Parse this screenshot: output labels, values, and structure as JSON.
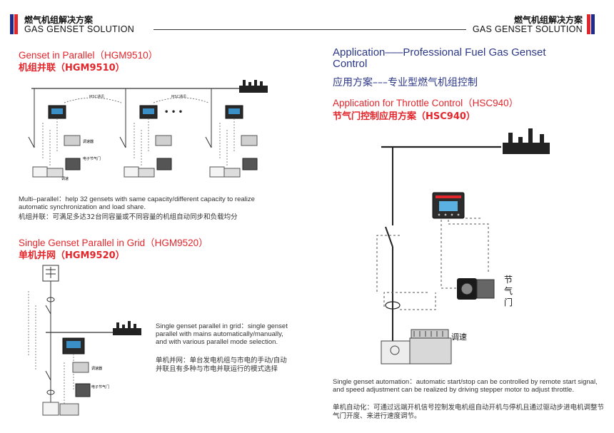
{
  "colors": {
    "accent_red": "#e3262b",
    "accent_blue": "#2b3787",
    "flag_blue": "#1f2a8c"
  },
  "header_left": {
    "cn": "燃气机组解决方案",
    "en": "GAS GENSET SOLUTION"
  },
  "header_right": {
    "cn": "燃气机组解决方案",
    "en": "GAS GENSET SOLUTION"
  },
  "left": {
    "sec1": {
      "title_en": "Genset in Parallel（HGM9510）",
      "title_cn": "机组并联（HGM9510）",
      "bus_label_1": "MSC通讯",
      "bus_label_2": "MSC通讯",
      "ellipsis": "• • •",
      "tiao_su": "调速器",
      "dianzi_fa": "电子节气门",
      "tiao_su_short": "调速",
      "desc_en": "Multi–parallel：help 32 gensets with same capacity/different capacity to realize automatic synchronization and load share.",
      "desc_cn": "机组并联：可满足多达32台同容量或不同容量的机组自动同步和负载均分"
    },
    "sec2": {
      "title_en": "Single Genset Parallel in Grid（HGM9520）",
      "title_cn": "单机并网（HGM9520）",
      "tiao_su": "调速器",
      "dianzi_fa": "电子节气门",
      "desc_en": "Single genset parallel in grid：single genset parallel with mains automatically/manually, and with various parallel mode selection.",
      "desc_cn": "单机并网：单台发电机组与市电的手动/自动并联且有多种与市电并联运行的模式选择"
    }
  },
  "right": {
    "title_en": "Application–––Professional Fuel Gas Genset Control",
    "title_cn": "应用方案–––专业型燃气机组控制",
    "sub_en": "Application for Throttle Control（HSC940）",
    "sub_cn": "节气门控制应用方案（HSC940）",
    "jieqimen": [
      "节",
      "气",
      "门"
    ],
    "tiaosu": "调速",
    "desc_en": "Single genset automation：automatic start/stop can be controlled by remote start signal, and speed adjustment can be realized by driving stepper motor to adjust throttle.",
    "desc_cn": "单机自动化：可通过远端开机信号控制发电机组自动开机与停机且通过驱动步进电机调整节气门开度、来进行速度调节。"
  }
}
